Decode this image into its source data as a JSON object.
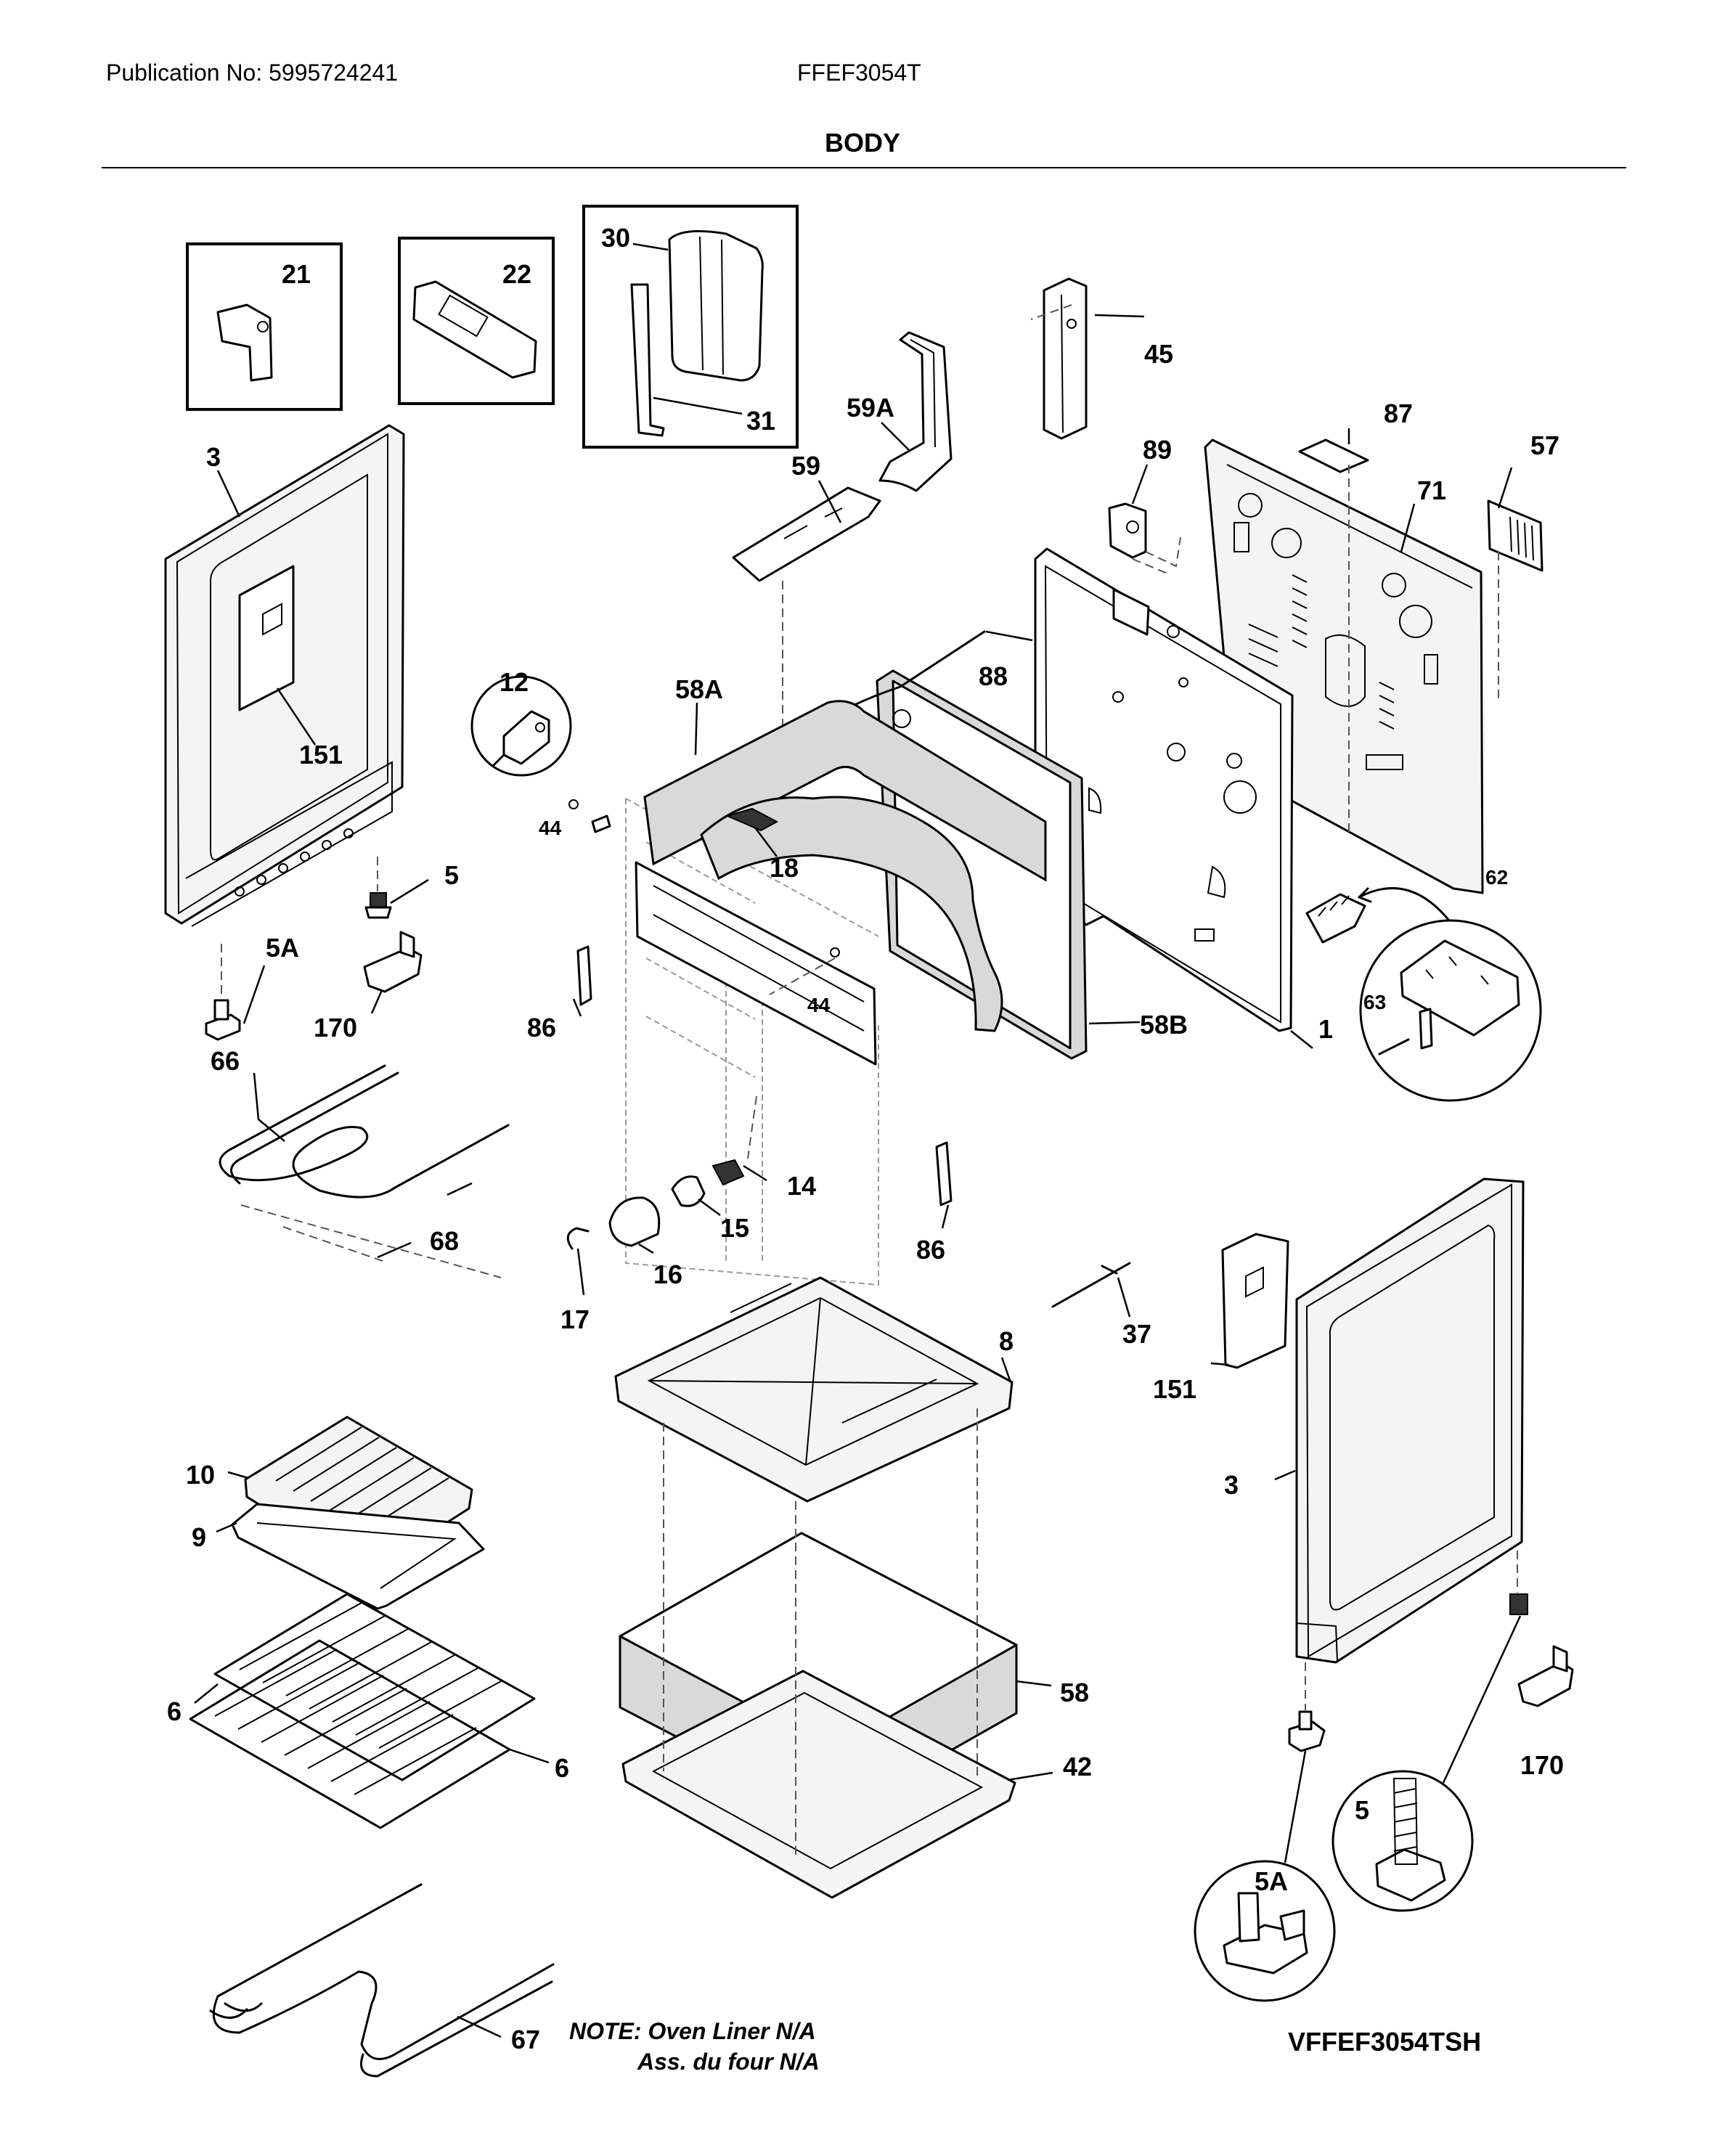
{
  "header": {
    "publication": "Publication No: 5995724241",
    "model": "FFEF3054T",
    "section": "BODY"
  },
  "footer": {
    "note_line1": "NOTE: Oven Liner N/A",
    "note_line2": "Ass. du four N/A",
    "diagram_ref": "VFFEF3054TSH"
  },
  "callouts": {
    "c1": "1",
    "c3a": "3",
    "c3b": "3",
    "c5a": "5",
    "c5b": "5",
    "c5Aa": "5A",
    "c5Ab": "5A",
    "c6a": "6",
    "c6b": "6",
    "c8": "8",
    "c9": "9",
    "c10": "10",
    "c12": "12",
    "c14": "14",
    "c15": "15",
    "c16": "16",
    "c17": "17",
    "c18": "18",
    "c21": "21",
    "c22": "22",
    "c30": "30",
    "c31": "31",
    "c37": "37",
    "c42": "42",
    "c44a": "44",
    "c44b": "44",
    "c45": "45",
    "c57": "57",
    "c58": "58",
    "c58A": "58A",
    "c58B": "58B",
    "c59": "59",
    "c59A": "59A",
    "c62": "62",
    "c63": "63",
    "c66": "66",
    "c67": "67",
    "c68": "68",
    "c71": "71",
    "c86a": "86",
    "c86b": "86",
    "c87": "87",
    "c88": "88",
    "c89": "89",
    "c151a": "151",
    "c151b": "151",
    "c170a": "170",
    "c170b": "170"
  }
}
